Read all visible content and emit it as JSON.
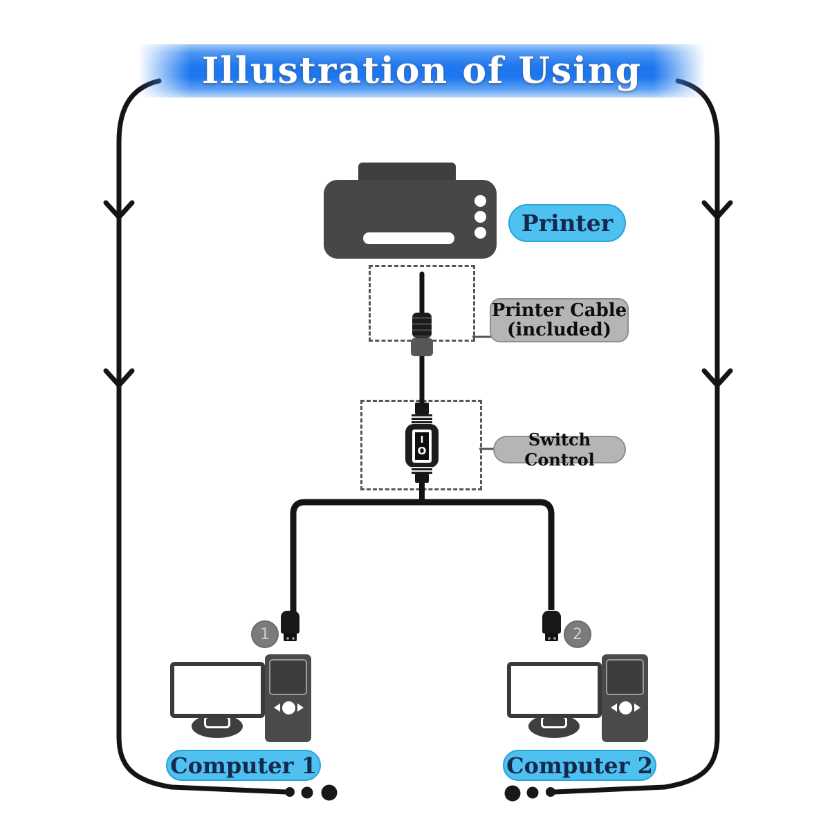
{
  "title": {
    "text": "Illustration of Using"
  },
  "labels": {
    "printer": "Printer",
    "printer_cable": {
      "line1": "Printer Cable",
      "line2": "(included)"
    },
    "switch_control": "Switch Control",
    "computer1": "Computer 1",
    "computer2": "Computer 2"
  },
  "badges": {
    "computer1": "1",
    "computer2": "2"
  },
  "switch": {
    "on_symbol": "I",
    "off_symbol": "O"
  },
  "colors": {
    "banner_blue": "#1d77ef",
    "label_blue": "#4fc1f0",
    "label_gray": "#b5b5b5",
    "label_text_navy": "#142a4d",
    "device_gray": "#474747",
    "line_black": "#141414"
  }
}
